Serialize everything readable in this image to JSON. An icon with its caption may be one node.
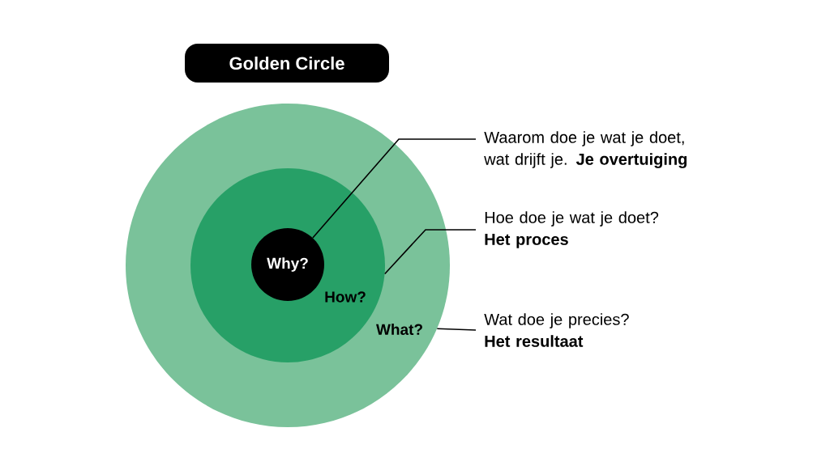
{
  "diagram": {
    "title": "Golden Circle",
    "nodes": [
      {
        "text": [
          "What?"
        ]
      },
      {
        "text": [
          "How?"
        ],
        "in": 0
      },
      {
        "text": [
          "Why?"
        ],
        "in": 1
      },
      {
        "text": [
          "Waarom doe je wat je doet, wat drijft je. **Je overtuiging**"
        ]
      },
      {
        "text": [
          "Hoe doe je wat je doet?",
          "Het proces"
        ]
      },
      {
        "text": [
          "Wat doe je precies?",
          "Het resultaat"
        ]
      }
    ],
    "edges": [
      {
        "from": 3,
        "to": 2,
        "arrow": "none"
      },
      {
        "from": 4,
        "to": 1,
        "arrow": "none"
      },
      {
        "from": 5,
        "to": 0,
        "arrow": "none"
      }
    ]
  }
}
